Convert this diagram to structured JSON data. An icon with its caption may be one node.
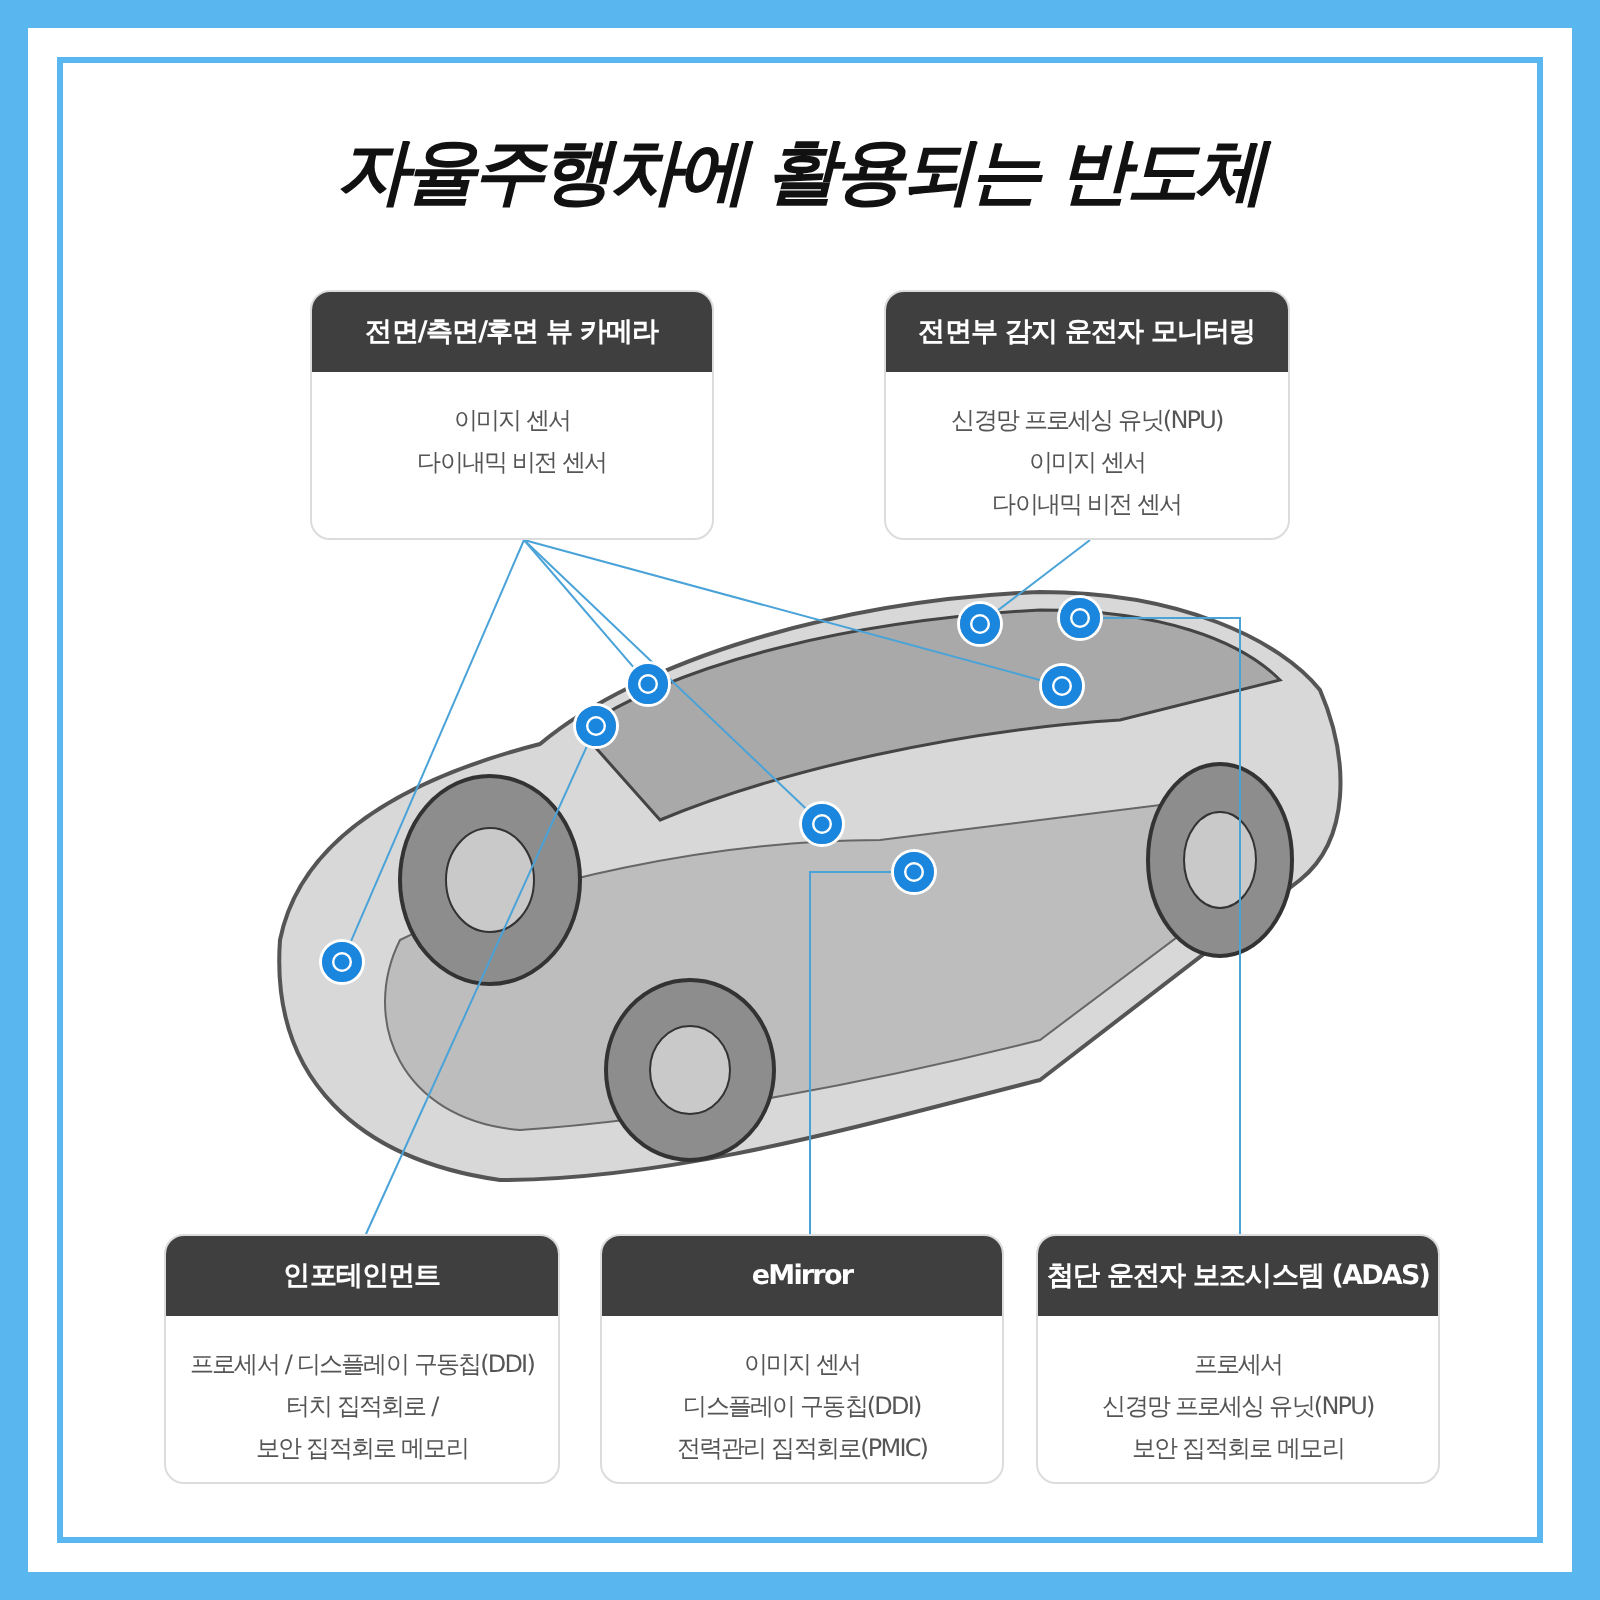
{
  "diagram": {
    "title": "자율주행차에 활용되는 반도체",
    "nodes": [
      {
        "text": [
          "전면/측면/후면 뷰 카메라",
          "이미지 센서",
          "다이내믹 비전 센서"
        ]
      },
      {
        "text": [
          "전면부 감지 운전자 모니터링",
          "신경망 프로세싱 유닛(NPU)",
          "이미지 센서",
          "다이내믹 비전 센서"
        ]
      },
      {
        "text": [
          "인포테인먼트",
          "프로세서 / 디스플레이 구동칩(DDI)",
          "터치 집적회로 /",
          "보안 집적회로 메모리"
        ]
      },
      {
        "text": [
          "eMirror",
          "이미지 센서",
          "디스플레이 구동칩(DDI)",
          "전력관리 집적회로(PMIC)"
        ]
      },
      {
        "text": [
          "첨단 운전자 보조시스템 (ADAS)",
          "프로세서",
          "신경망 프로세싱 유닛(NPU)",
          "보안 집적회로 메모리"
        ]
      },
      {
        "text": [],
        "shape": "circle"
      },
      {
        "text": [],
        "shape": "circle"
      },
      {
        "text": [],
        "shape": "circle"
      },
      {
        "text": [],
        "shape": "circle"
      },
      {
        "text": [],
        "shape": "circle"
      },
      {
        "text": [],
        "shape": "circle"
      },
      {
        "text": [],
        "shape": "circle"
      },
      {
        "text": [],
        "shape": "circle"
      }
    ],
    "edges": [
      {
        "from": 0,
        "to": 5,
        "arrow": "none"
      },
      {
        "from": 0,
        "to": 7,
        "arrow": "none"
      },
      {
        "from": 0,
        "to": 8,
        "arrow": "none"
      },
      {
        "from": 0,
        "to": 12,
        "arrow": "none"
      },
      {
        "from": 1,
        "to": 10,
        "arrow": "none"
      },
      {
        "from": 2,
        "to": 6,
        "arrow": "none"
      },
      {
        "from": 3,
        "to": 9,
        "arrow": "none"
      },
      {
        "from": 4,
        "to": 11,
        "arrow": "none"
      }
    ]
  }
}
